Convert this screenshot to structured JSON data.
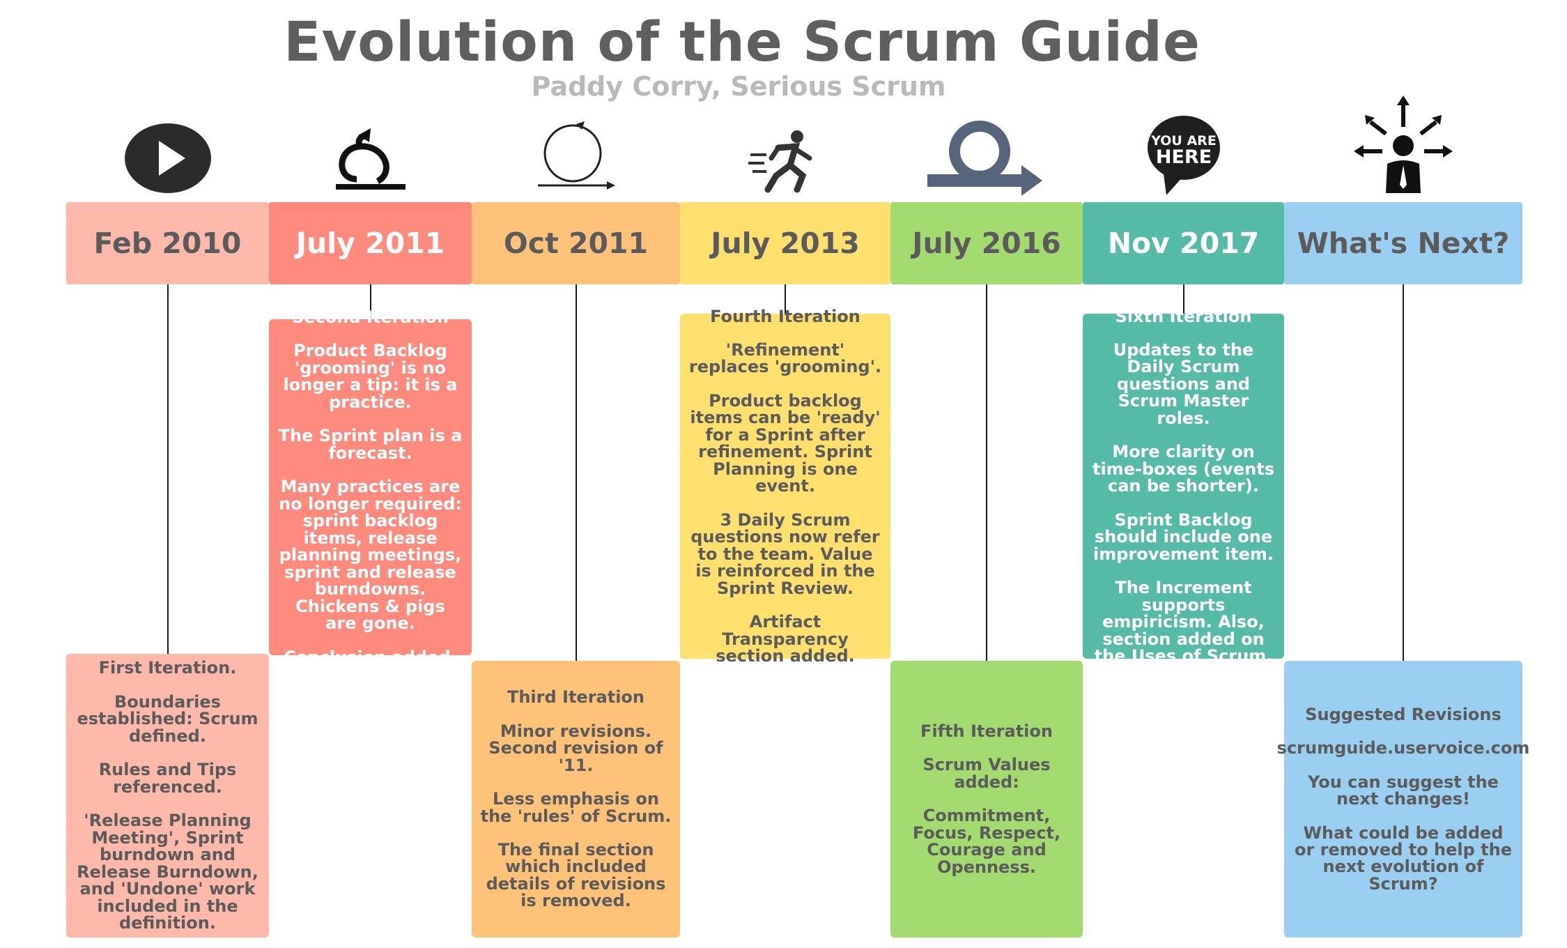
{
  "title": "Evolution of the Scrum Guide",
  "subtitle": "Paddy Corry, Serious Scrum",
  "columns": [
    {
      "date": "Feb 2010",
      "icon": "play-button-icon",
      "color": "#ffb9ab",
      "text_color": "#5b5b5b",
      "box_position": "bottom",
      "paragraphs": [
        "First Iteration.",
        "Boundaries established: Scrum defined.",
        "Rules and Tips referenced.",
        "'Release Planning Meeting', Sprint burndown and Release Burndown, and 'Undone' work included in the definition."
      ]
    },
    {
      "date": "July 2011",
      "icon": "scrum-cycle-icon",
      "color": "#fe8b7d",
      "text_color": "#ffffff",
      "box_position": "top",
      "paragraphs": [
        "Second Iteration",
        "Product Backlog 'grooming' is no longer a tip: it is a practice.",
        "The Sprint plan is a forecast.",
        "Many practices are no longer required: sprint backlog items, release planning meetings, sprint and release burndowns. Chickens & pigs are gone.",
        "Conclusion added."
      ]
    },
    {
      "date": "Oct 2011",
      "icon": "iteration-loop-icon",
      "color": "#ffc278",
      "text_color": "#5b5b5b",
      "box_position": "bottom",
      "paragraphs": [
        "Third Iteration",
        "Minor revisions. Second revision of '11.",
        "Less emphasis on the 'rules' of Scrum.",
        "The final section which included details of revisions is removed."
      ]
    },
    {
      "date": "July 2013",
      "icon": "running-man-icon",
      "color": "#ffe06f",
      "text_color": "#5b5b5b",
      "box_position": "top",
      "paragraphs": [
        "Fourth Iteration",
        "'Refinement' replaces 'grooming'.",
        "Product backlog items can be 'ready' for a Sprint after refinement. Sprint Planning is one event.",
        "3 Daily Scrum questions now refer to the team. Value is reinforced in the Sprint Review.",
        "Artifact Transparency section added."
      ]
    },
    {
      "date": "July 2016",
      "icon": "loop-arrow-icon",
      "color": "#a4db71",
      "text_color": "#5b5b5b",
      "box_position": "bottom",
      "paragraphs": [
        "Fifth Iteration",
        "Scrum Values added:",
        "Commitment, Focus, Respect, Courage and Openness."
      ]
    },
    {
      "date": "Nov 2017",
      "icon": "you-are-here-icon",
      "icon_text": "YOU ARE HERE",
      "color": "#55bba7",
      "text_color": "#ffffff",
      "box_position": "top",
      "paragraphs": [
        "Sixth Iteration",
        "Updates to the Daily Scrum questions and Scrum Master roles.",
        "More clarity on time-boxes (events can be shorter).",
        "Sprint Backlog should include one improvement item.",
        "The Increment supports empiricism. Also, section added on the Uses of Scrum."
      ]
    },
    {
      "date": "What's Next?",
      "icon": "person-directions-icon",
      "color": "#9acff2",
      "text_color": "#5b5b5b",
      "box_position": "bottom",
      "paragraphs": [
        "Suggested Revisions",
        "scrumguide.uservoice.com",
        "You can suggest the next changes!",
        "What could be added or removed to help the next evolution of Scrum?"
      ]
    }
  ]
}
